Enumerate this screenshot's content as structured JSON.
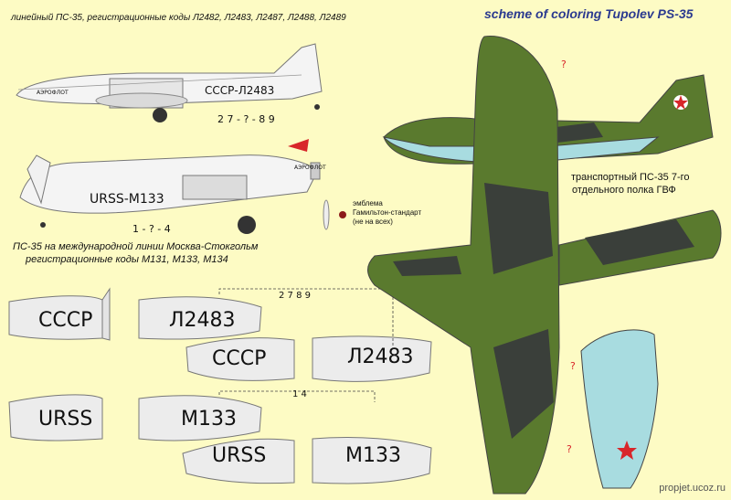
{
  "title": "scheme of coloring Tupolev PS-35",
  "captions": {
    "top": "линейный ПС-35, регистрационные коды Л2482, Л2483, Л2487, Л2488, Л2489",
    "middle_line1": "ПС-35 на международной линии Москва-Стокгольм",
    "middle_line2": "регистрационные коды M131, M133, M134",
    "right_line1": "транспортный ПС-35 7-го",
    "right_line2": "отдельного полка ГВФ",
    "emblem_line1": "эмблема",
    "emblem_line2": "Гамильтон-стандарт",
    "emblem_line3": "(не на всех)"
  },
  "markings": {
    "side_top_reg": "СССР-Л2483",
    "side_top_alt": "2 7 - ? - 8 9",
    "side_top_logo": "АЭРОФЛОТ",
    "side_bottom_reg": "URSS-M133",
    "side_bottom_alt": "1 - ? - 4",
    "side_bottom_logo": "АЭРОФЛОТ",
    "wing1_left": "СССР",
    "wing1_right": "Л2483",
    "wing2_left": "СССР",
    "wing2_right": "Л2483",
    "wing_alt_top": "2 7 8 9",
    "wing3_left": "URSS",
    "wing3_right": "M133",
    "wing4_left": "URSS",
    "wing4_right": "M133",
    "wing_alt_bottom": "1 4",
    "q1": "?",
    "q2": "?",
    "q3": "?"
  },
  "watermark": "propjet.ucoz.ru",
  "colors": {
    "background": "#fdfbc4",
    "camo_green": "#5a7a2e",
    "camo_dark": "#3a3f3a",
    "belly_blue": "#a8dce0",
    "silver": "#ececec",
    "title_blue": "#2b3a8f",
    "star_red": "#d8262a"
  }
}
